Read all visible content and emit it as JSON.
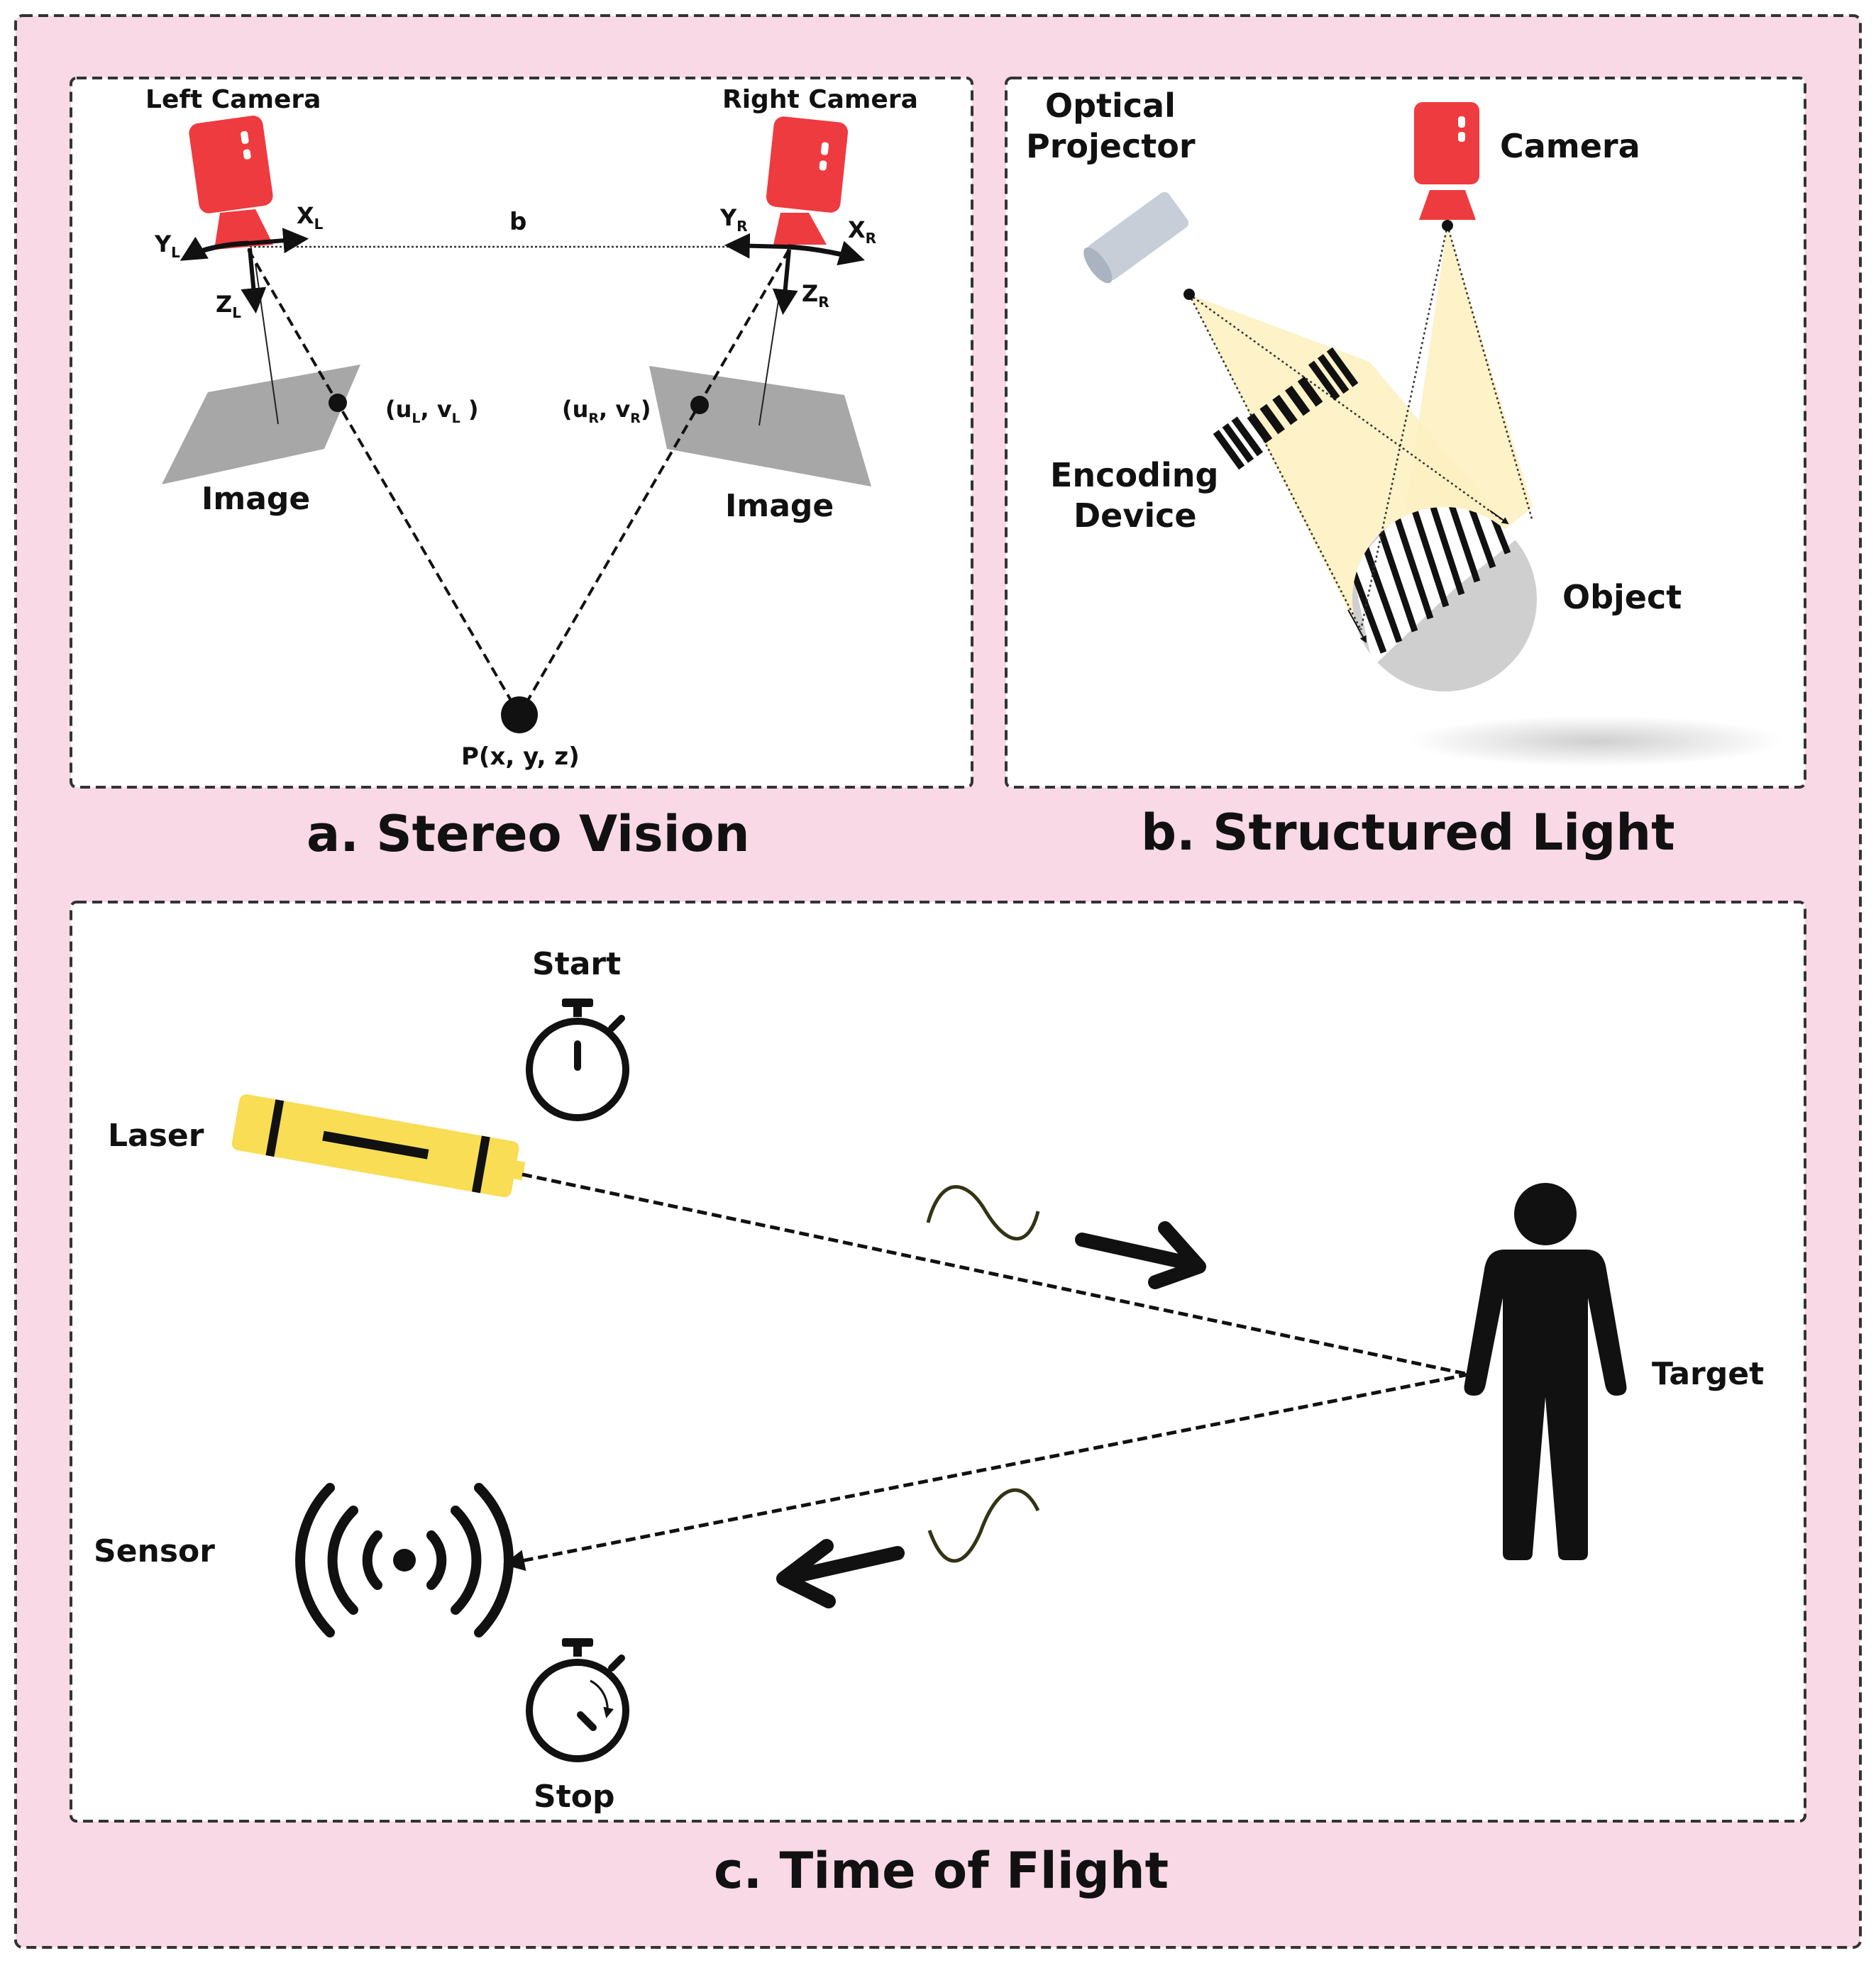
{
  "colors": {
    "background": "#f9d9e6",
    "panel": "#ffffff",
    "camera_red": "#ee3b3f",
    "image_plane": "#a7a7a7",
    "projector": "#c7ced8",
    "light_cone": "#fdf1c2",
    "object": "#cfcfcf",
    "laser_yellow": "#f8dd55",
    "ink": "#111111"
  },
  "stereo": {
    "title": "a. Stereo Vision",
    "left_camera": "Left Camera",
    "right_camera": "Right Camera",
    "baseline": "b",
    "axes": {
      "xl": "X",
      "xl_sub": "L",
      "yl": "Y",
      "yl_sub": "L",
      "zl": "Z",
      "zl_sub": "L",
      "xr": "X",
      "xr_sub": "R",
      "yr": "Y",
      "yr_sub": "R",
      "zr": "Z",
      "zr_sub": "R"
    },
    "point_left": {
      "open": "(u",
      "s1": "L",
      "mid": ", v",
      "s2": "L",
      "close": " )"
    },
    "point_right": {
      "open": "(u",
      "s1": "R",
      "mid": ", v",
      "s2": "R",
      "close": ")"
    },
    "image_left": "Image",
    "image_right": "Image",
    "world_point": "P(x, y, z)"
  },
  "structured": {
    "title": "b. Structured Light",
    "projector_line1": "Optical",
    "projector_line2": "Projector",
    "camera": "Camera",
    "encoding_line1": "Encoding",
    "encoding_line2": "Device",
    "object": "Object"
  },
  "tof": {
    "title": "c. Time of Flight",
    "start": "Start",
    "laser": "Laser",
    "target": "Target",
    "sensor": "Sensor",
    "stop": "Stop"
  }
}
